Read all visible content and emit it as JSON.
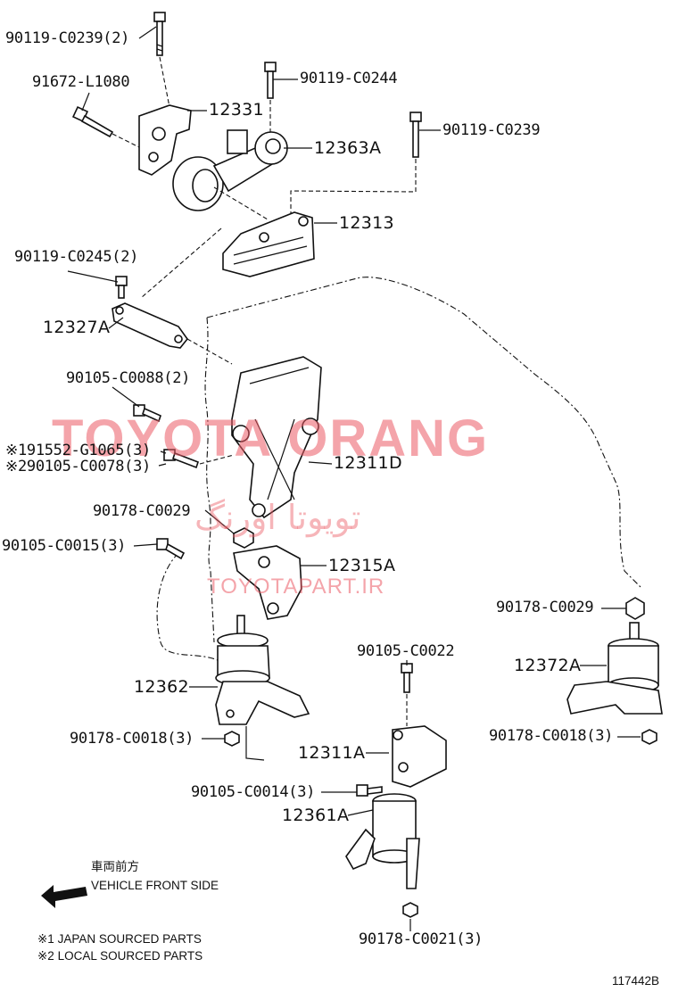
{
  "labels": {
    "l1": "90119-C0239(2)",
    "l2": "90119-C0244",
    "l3": "91672-L1080",
    "l4": "12331",
    "l5": "12363A",
    "l6": "90119-C0239",
    "l7": "12313",
    "l8": "90119-C0245(2)",
    "l9": "12327A",
    "l10": "90105-C0088(2)",
    "l11": "※191552-G1065(3)",
    "l12": "※290105-C0078(3)",
    "l13": "12311D",
    "l14": "90178-C0029",
    "l15": "90105-C0015(3)",
    "l16": "12315A",
    "l17": "90178-C0029",
    "l18": "12372A",
    "l19": "90178-C0018(3)",
    "l20": "90105-C0022",
    "l21": "12362",
    "l22": "90178-C0018(3)",
    "l23": "12311A",
    "l24": "90105-C0014(3)",
    "l25": "12361A",
    "l26": "90178-C0021(3)"
  },
  "notes": {
    "front_jp": "車両前方",
    "front_en": "VEHICLE FRONT SIDE",
    "japan": "※1 JAPAN SOURCED PARTS",
    "local": "※2 LOCAL SOURCED PARTS",
    "figure_id": "117442B"
  },
  "watermark": {
    "brand": "TOYOTA ORANG",
    "persian": "تویوتا اورنگ",
    "site": "TOYOTAPART.IR",
    "color": "#eb5a64"
  }
}
